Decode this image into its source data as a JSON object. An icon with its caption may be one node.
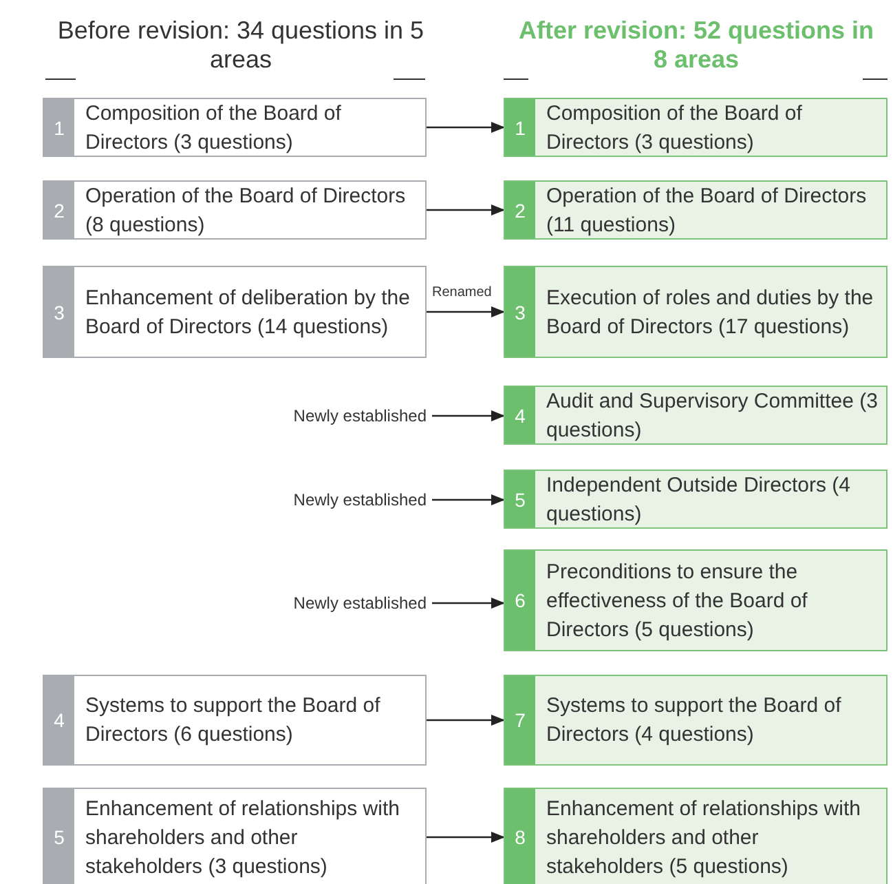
{
  "diagram": {
    "nodes": [
      {
        "text": [
          "1",
          "Composition of the Board of Directors (3 questions)"
        ]
      },
      {
        "text": [
          "1",
          "Composition of the Board of Directors (3 questions)"
        ]
      },
      {
        "text": [
          "2",
          "Operation of the Board of Directors (8 questions)"
        ]
      },
      {
        "text": [
          "2",
          "Operation of the Board of Directors (11 questions)"
        ]
      },
      {
        "text": [
          "3",
          "Enhancement of deliberation by the Board of Directors (14 questions)"
        ]
      },
      {
        "text": [
          "3",
          "Execution of roles and duties by the Board of Directors (17 questions)"
        ]
      },
      {
        "text": [
          "Newly established"
        ]
      },
      {
        "text": [
          "4",
          "Audit and Supervisory Committee (3 questions)"
        ]
      },
      {
        "text": [
          "Newly established"
        ]
      },
      {
        "text": [
          "5",
          "Independent Outside Directors (4 questions)"
        ]
      },
      {
        "text": [
          "Newly established"
        ]
      },
      {
        "text": [
          "6",
          "Preconditions to ensure the effectiveness of the Board of Directors (5 questions)"
        ]
      },
      {
        "text": [
          "4",
          "Systems to support the Board of Directors (6 questions)"
        ]
      },
      {
        "text": [
          "7",
          "Systems to support the Board of Directors (4 questions)"
        ]
      },
      {
        "text": [
          "5",
          "Enhancement of relationships with shareholders and other stakeholders (3 questions)"
        ]
      },
      {
        "text": [
          "8",
          "Enhancement of relationships with shareholders and other stakeholders (5 questions)"
        ]
      }
    ],
    "edges": [
      {
        "from": 0,
        "to": 1,
        "arrow": "to"
      },
      {
        "from": 2,
        "to": 3,
        "arrow": "to"
      },
      {
        "from": 4,
        "to": 5,
        "arrow": "to",
        "label": "Renamed"
      },
      {
        "from": 6,
        "to": 7,
        "arrow": "to"
      },
      {
        "from": 8,
        "to": 9,
        "arrow": "to"
      },
      {
        "from": 10,
        "to": 11,
        "arrow": "to"
      },
      {
        "from": 12,
        "to": 13,
        "arrow": "to"
      },
      {
        "from": 14,
        "to": 15,
        "arrow": "to"
      }
    ],
    "labels": [
      "Before revision: 34 questions in 5 areas",
      "After revision: 52 questions in 8 areas"
    ]
  }
}
